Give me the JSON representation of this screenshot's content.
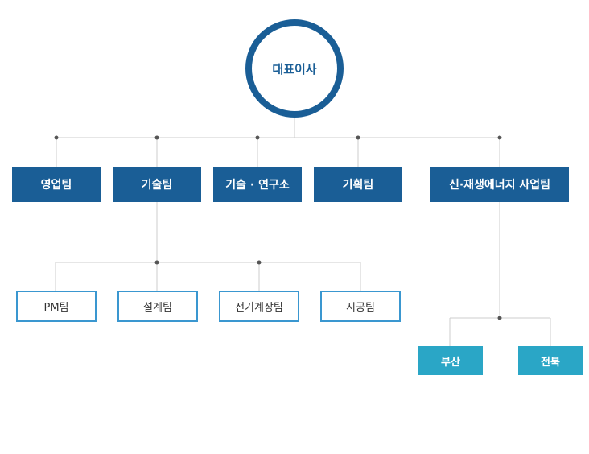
{
  "ceo": {
    "label": "대표이사"
  },
  "departments": [
    {
      "label": "영업팀"
    },
    {
      "label": "기술팀"
    },
    {
      "label": "기술 · 연구소"
    },
    {
      "label": "기획팀"
    },
    {
      "label": "신·재생에너지 사업팀"
    }
  ],
  "tech_teams": [
    {
      "label": "PM팀"
    },
    {
      "label": "설계팀"
    },
    {
      "label": "전기계장팀"
    },
    {
      "label": "시공팀"
    }
  ],
  "regions": [
    {
      "label": "부산"
    },
    {
      "label": "전북"
    }
  ],
  "colors": {
    "primary": "#1a5e96",
    "sub_border": "#3a97d0",
    "region": "#2aa6c6",
    "line": "#cccccc",
    "dot": "#555555"
  }
}
